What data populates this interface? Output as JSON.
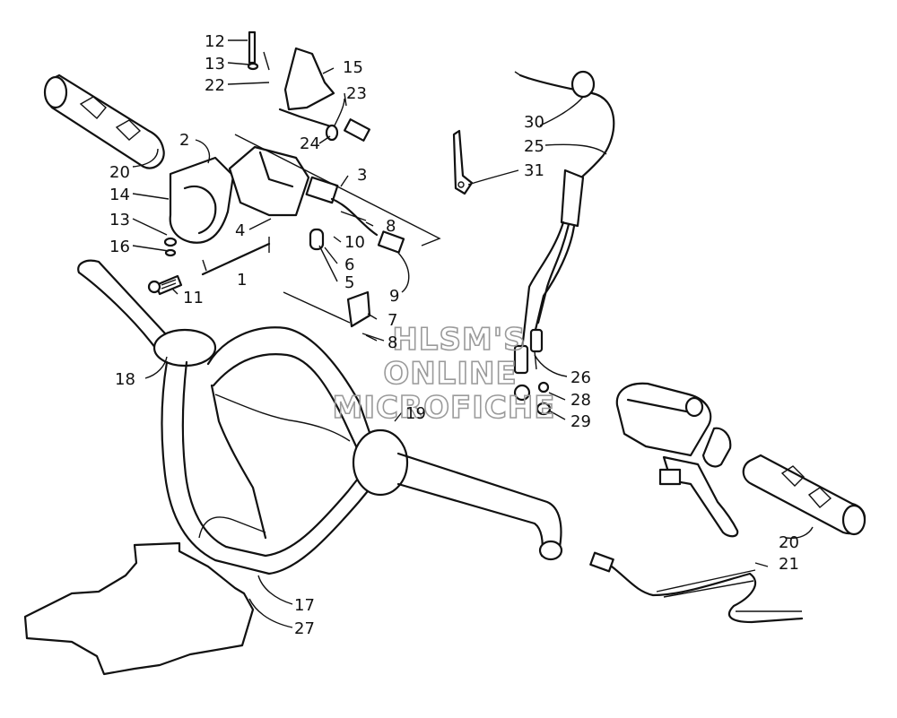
{
  "watermark": {
    "lines": [
      "HLSM'S",
      "ONLINE",
      "MICROFICHE"
    ]
  },
  "callouts": [
    {
      "id": "c12",
      "text": "12"
    },
    {
      "id": "c13a",
      "text": "13"
    },
    {
      "id": "c22",
      "text": "22"
    },
    {
      "id": "c15",
      "text": "15"
    },
    {
      "id": "c23",
      "text": "23"
    },
    {
      "id": "c2",
      "text": "2"
    },
    {
      "id": "c24",
      "text": "24"
    },
    {
      "id": "c3",
      "text": "3"
    },
    {
      "id": "c20a",
      "text": "20"
    },
    {
      "id": "c14",
      "text": "14"
    },
    {
      "id": "c13b",
      "text": "13"
    },
    {
      "id": "c16",
      "text": "16"
    },
    {
      "id": "c4",
      "text": "4"
    },
    {
      "id": "c8a",
      "text": "8"
    },
    {
      "id": "c10",
      "text": "10"
    },
    {
      "id": "c6",
      "text": "6"
    },
    {
      "id": "c5",
      "text": "5"
    },
    {
      "id": "c1",
      "text": "1"
    },
    {
      "id": "c11",
      "text": "11"
    },
    {
      "id": "c9",
      "text": "9"
    },
    {
      "id": "c7",
      "text": "7"
    },
    {
      "id": "c8b",
      "text": "8"
    },
    {
      "id": "c18",
      "text": "18"
    },
    {
      "id": "c19",
      "text": "19"
    },
    {
      "id": "c30",
      "text": "30"
    },
    {
      "id": "c25",
      "text": "25"
    },
    {
      "id": "c31",
      "text": "31"
    },
    {
      "id": "c26",
      "text": "26"
    },
    {
      "id": "c28",
      "text": "28"
    },
    {
      "id": "c29",
      "text": "29"
    },
    {
      "id": "c20b",
      "text": "20"
    },
    {
      "id": "c21",
      "text": "21"
    },
    {
      "id": "c17",
      "text": "17"
    },
    {
      "id": "c27",
      "text": "27"
    }
  ]
}
